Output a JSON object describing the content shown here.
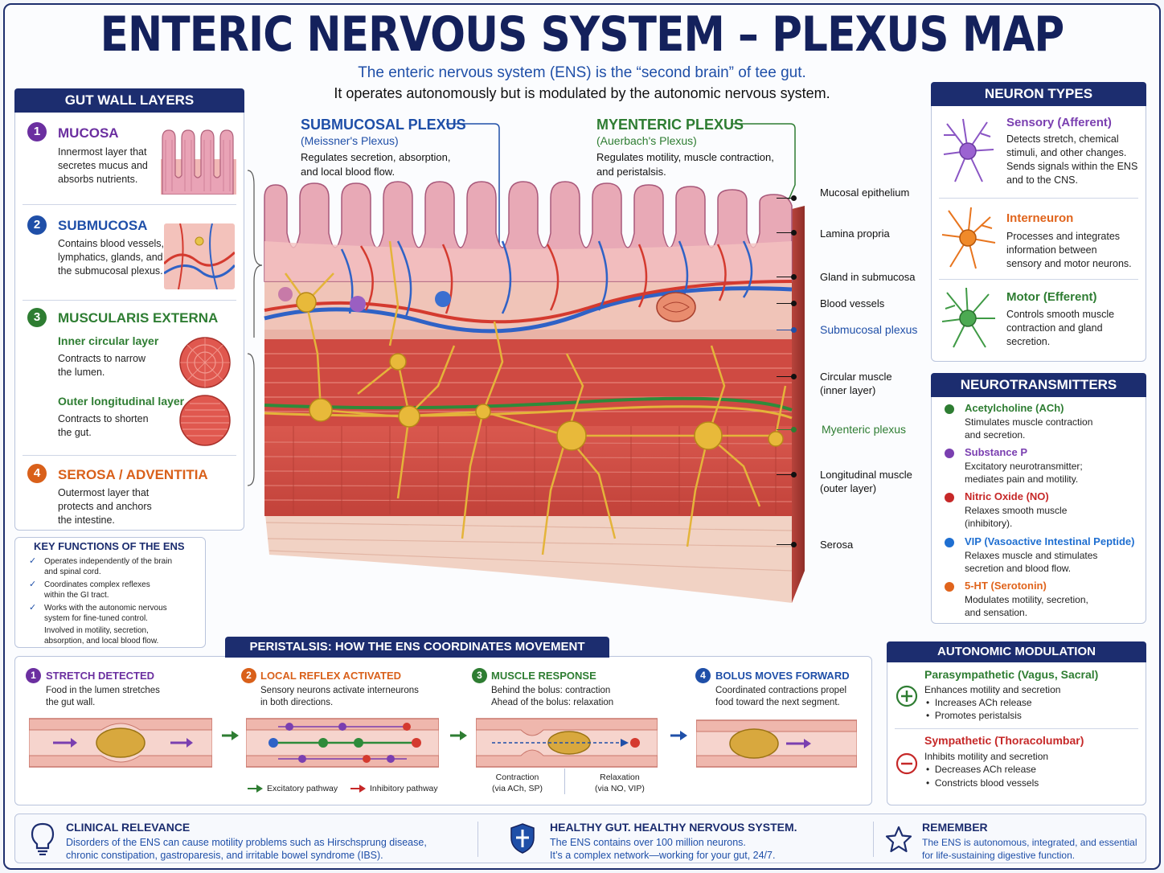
{
  "title": "ENTERIC NERVOUS SYSTEM – PLEXUS MAP",
  "subtitle1": "The enteric nervous system (ENS) is the “second brain” of tee gut.",
  "subtitle2": "It operates autonomously but is modulated by the autonomic nervous system.",
  "gut_wall": {
    "header": "GUT WALL LAYERS",
    "layers": [
      {
        "num": "1",
        "name": "MUCOSA",
        "desc1": "Innermost layer that",
        "desc2": "secretes mucus and",
        "desc3": "absorbs nutrients.",
        "color": "#6b2fa0"
      },
      {
        "num": "2",
        "name": "SUBMUCOSA",
        "desc1": "Contains blood vessels,",
        "desc2": "lymphatics, glands, and",
        "desc3": "the submucosal plexus.",
        "color": "#1f4fa8"
      },
      {
        "num": "3",
        "name": "MUSCULARIS EXTERNA",
        "color": "#2e7d32"
      },
      {
        "num": "4",
        "name": "SEROSA / ADVENTITIA",
        "desc1": "Outermost layer that",
        "desc2": "protects and anchors",
        "desc3": "the intestine.",
        "color": "#d9601a"
      }
    ],
    "inner": {
      "name": "Inner circular layer",
      "desc1": "Contracts to narrow",
      "desc2": "the lumen."
    },
    "outer": {
      "name": "Outer longitudinal layer",
      "desc1": "Contracts to shorten",
      "desc2": "the gut."
    }
  },
  "key_functions": {
    "header": "KEY FUNCTIONS OF THE ENS",
    "items": [
      {
        "l1": "Operates independently of the brain",
        "l2": "and spinal cord."
      },
      {
        "l1": "Coordinates complex reflexes",
        "l2": "within the GI tract."
      },
      {
        "l1": "Works with the autonomic nervous",
        "l2": "system for fine-tuned control."
      },
      {
        "l1": "Involved in motility, secretion,",
        "l2": "absorption, and local blood flow."
      }
    ]
  },
  "submucosal": {
    "title": "SUBMUCOSAL PLEXUS",
    "sub": "(Meissner's Plexus)",
    "desc1": "Regulates secretion, absorption,",
    "desc2": "and local blood flow."
  },
  "myenteric": {
    "title": "MYENTERIC PLEXUS",
    "sub": "(Auerbach's Plexus)",
    "desc1": "Regulates motility, muscle contraction,",
    "desc2": "and peristalsis."
  },
  "labels": {
    "mucosal_epithelium": "Mucosal epithelium",
    "lamina_propria": "Lamina propria",
    "gland": "Gland in submucosa",
    "blood_vessels": "Blood vessels",
    "submucosal_plexus": "Submucosal plexus",
    "circular1": "Circular muscle",
    "circular2": "(inner layer)",
    "myenteric_plexus": "Myenteric plexus",
    "longitudinal1": "Longitudinal muscle",
    "longitudinal2": "(outer layer)",
    "serosa": "Serosa"
  },
  "neuron_types": {
    "header": "NEURON TYPES",
    "items": [
      {
        "name": "Sensory (Afferent)",
        "l1": "Detects stretch, chemical",
        "l2": "stimuli, and other changes.",
        "l3": "Sends signals within the ENS",
        "l4": "and to the CNS.",
        "color": "#7a3fb0"
      },
      {
        "name": "Interneuron",
        "l1": "Processes and integrates",
        "l2": "information between",
        "l3": "sensory and motor neurons.",
        "l4": "",
        "color": "#e0641c"
      },
      {
        "name": "Motor (Efferent)",
        "l1": "Controls smooth muscle",
        "l2": "contraction and gland",
        "l3": "secretion.",
        "l4": "",
        "color": "#2e7d32"
      }
    ]
  },
  "neurotransmitters": {
    "header": "NEUROTRANSMITTERS",
    "items": [
      {
        "name": "Acetylcholine (ACh)",
        "l1": "Stimulates muscle contraction",
        "l2": "and secretion.",
        "color": "#2e7d32"
      },
      {
        "name": "Substance P",
        "l1": "Excitatory neurotransmitter;",
        "l2": "mediates pain and motility.",
        "color": "#7a3fb0"
      },
      {
        "name": "Nitric Oxide (NO)",
        "l1": "Relaxes smooth muscle",
        "l2": "(inhibitory).",
        "color": "#c62828"
      },
      {
        "name": "VIP (Vasoactive Intestinal Peptide)",
        "l1": "Relaxes muscle and stimulates",
        "l2": "secretion and blood flow.",
        "color": "#1f6fd1"
      },
      {
        "name": "5-HT (Serotonin)",
        "l1": "Modulates motility, secretion,",
        "l2": "and sensation.",
        "color": "#e0641c"
      }
    ]
  },
  "peristalsis": {
    "header": "PERISTALSIS: HOW THE ENS COORDINATES MOVEMENT",
    "steps": [
      {
        "num": "1",
        "title": "STRETCH DETECTED",
        "l1": "Food in the lumen stretches",
        "l2": "the gut wall.",
        "color": "#6b2fa0"
      },
      {
        "num": "2",
        "title": "LOCAL REFLEX ACTIVATED",
        "l1": "Sensory neurons activate interneurons",
        "l2": "in both directions.",
        "color": "#d9601a"
      },
      {
        "num": "3",
        "title": "MUSCLE RESPONSE",
        "l1": "Behind the bolus: contraction",
        "l2": "Ahead of the bolus: relaxation",
        "color": "#2e7d32"
      },
      {
        "num": "4",
        "title": "BOLUS MOVES FORWARD",
        "l1": "Coordinated contractions propel",
        "l2": "food toward the next segment.",
        "color": "#1f4fa8"
      }
    ],
    "excitatory": "Excitatory pathway",
    "inhibitory": "Inhibitory pathway",
    "contraction1": "Contraction",
    "contraction2": "(via ACh, SP)",
    "relaxation1": "Relaxation",
    "relaxation2": "(via NO, VIP)"
  },
  "autonomic": {
    "header": "AUTONOMIC MODULATION",
    "para": {
      "name": "Parasympathetic (Vagus, Sacral)",
      "l1": "Enhances motility and secretion",
      "b1": "Increases ACh release",
      "b2": "Promotes peristalsis"
    },
    "symp": {
      "name": "Sympathetic (Thoracolumbar)",
      "l1": "Inhibits motility and secretion",
      "b1": "Decreases ACh release",
      "b2": "Constricts blood vessels"
    }
  },
  "bottom": {
    "clinical": {
      "title": "CLINICAL RELEVANCE",
      "l1": "Disorders of the ENS can cause motility problems such as Hirschsprung disease,",
      "l2": "chronic constipation, gastroparesis, and irritable bowel syndrome (IBS)."
    },
    "healthy": {
      "title": "HEALTHY GUT. HEALTHY NERVOUS SYSTEM.",
      "l1": "The ENS contains over 100 million neurons.",
      "l2": "It’s a complex network—working for your gut, 24/7."
    },
    "remember": {
      "title": "REMEMBER",
      "l1": "The ENS is autonomous, integrated, and essential",
      "l2": "for life-sustaining digestive function."
    }
  }
}
